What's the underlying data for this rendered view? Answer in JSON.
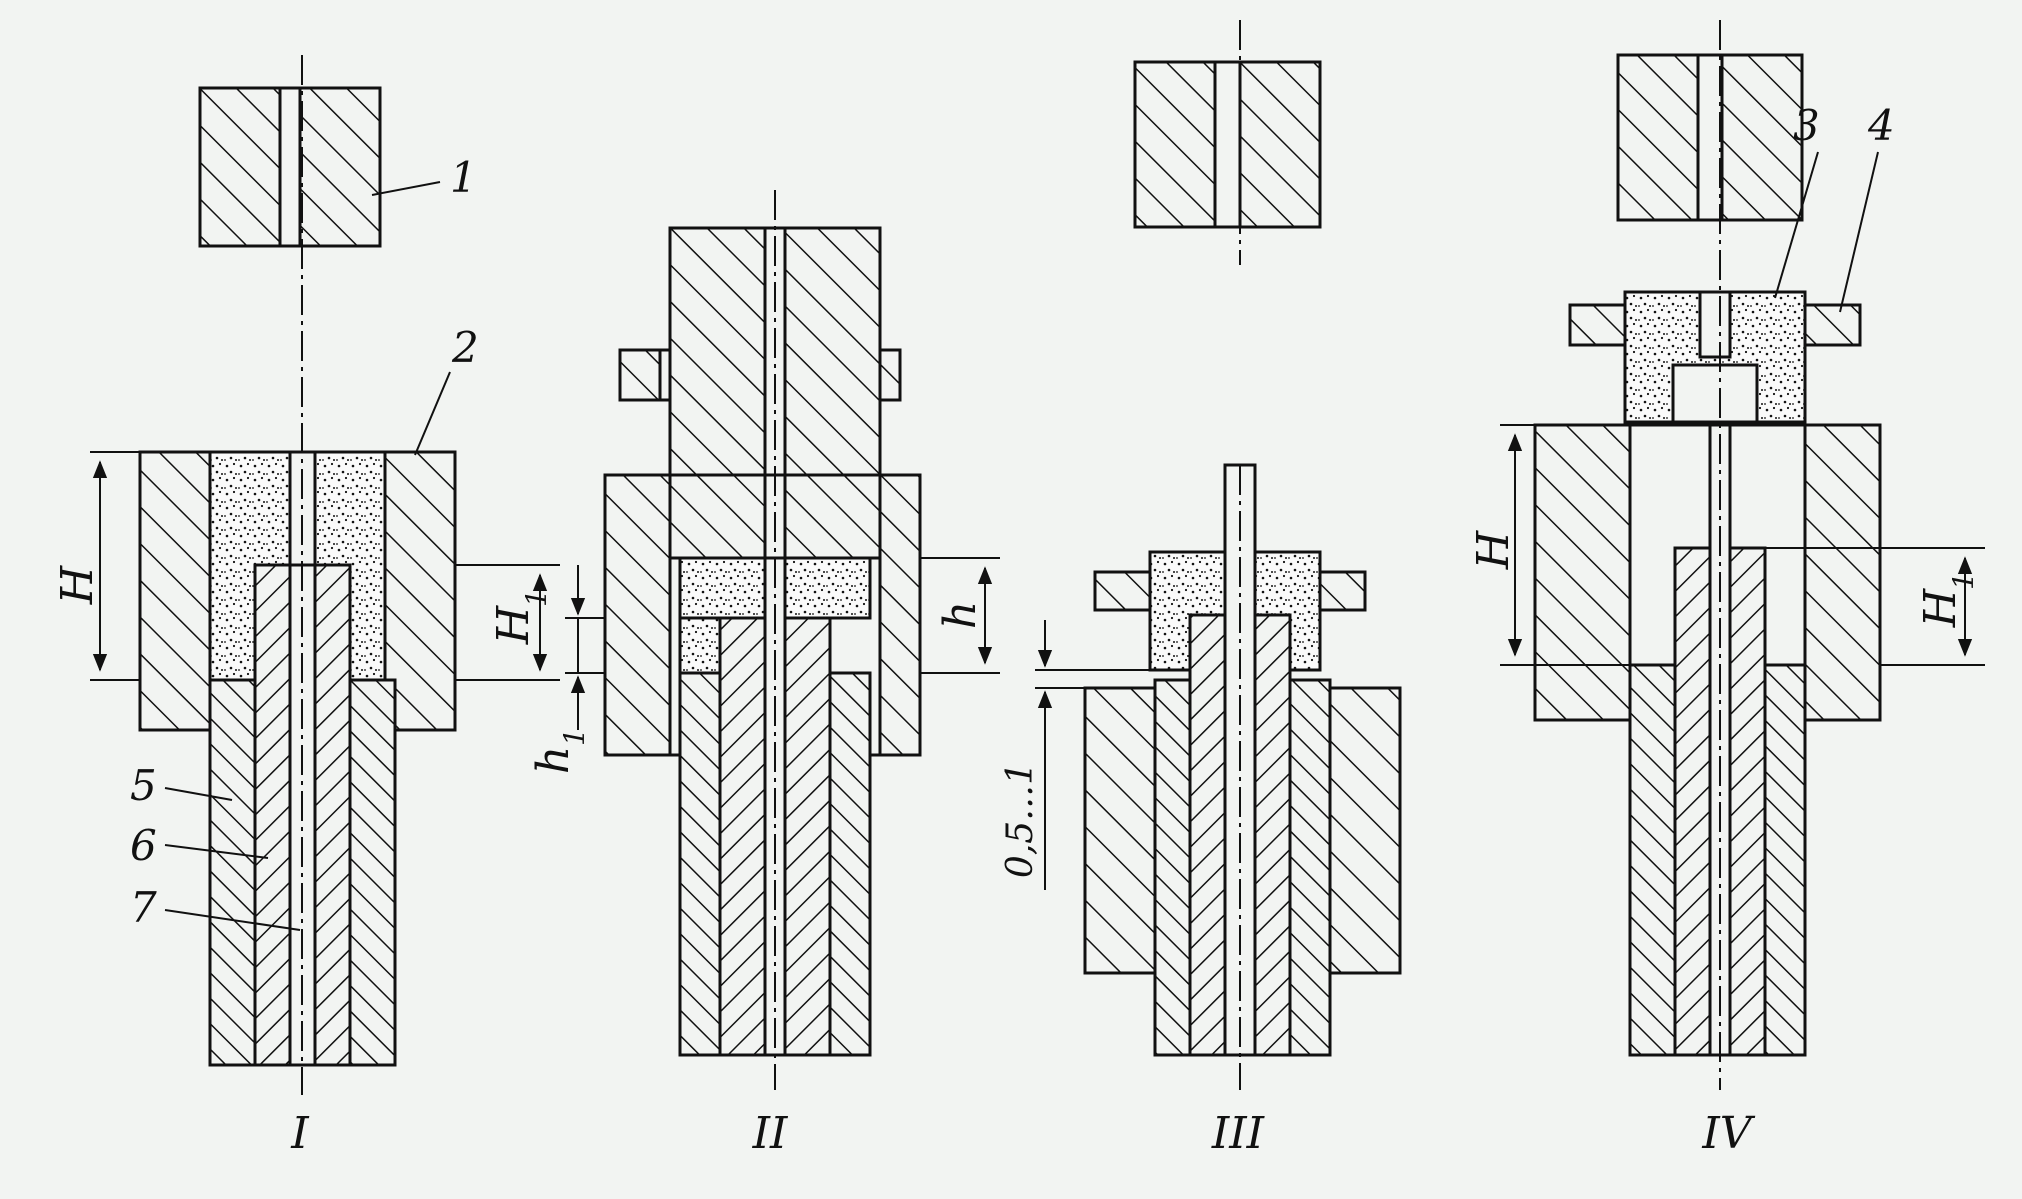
{
  "figure": {
    "stage_labels": [
      "I",
      "II",
      "III",
      "IV"
    ],
    "part_labels": [
      "1",
      "2",
      "3",
      "4",
      "5",
      "6",
      "7"
    ],
    "dimension_labels": {
      "H": "H",
      "H1_main": "H",
      "H1_sub": "1",
      "h": "h",
      "h1_main": "h",
      "h1_sub": "1",
      "gap": "0,5…1"
    }
  },
  "colors": {
    "ink": "#111111",
    "paper": "#f2f4f2",
    "powder_fill": "#fafafa"
  }
}
